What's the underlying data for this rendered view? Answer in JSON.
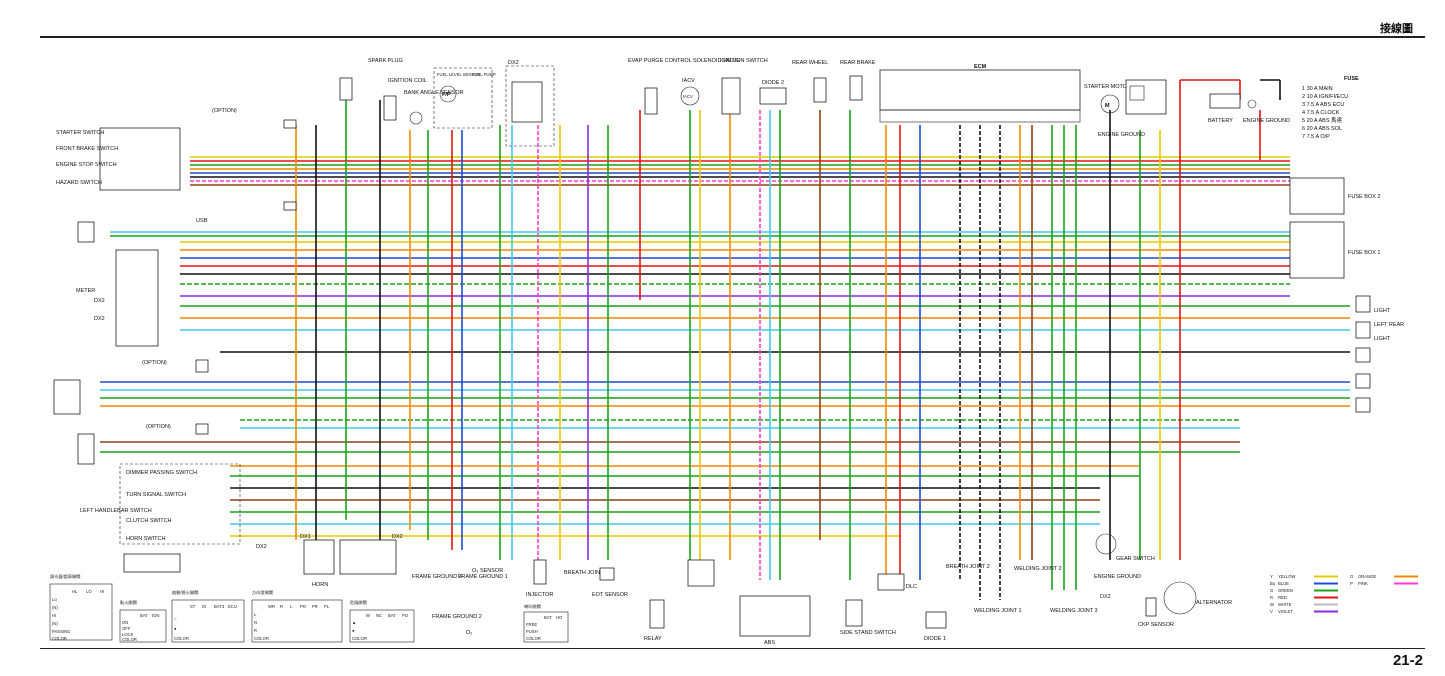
{
  "header": {
    "title": "接線圖",
    "page_number": "21-2"
  },
  "components": {
    "spark_plug": "SPARK PLUG",
    "ignition_coil": "IGNITION COIL",
    "bank_angle_sensor": "BANK ANGLE SENSOR",
    "fuel_level_sensor": "FUEL LEVEL SENSOR",
    "fuel_pump": "FUEL PUMP",
    "fp_symbol": "F/P",
    "evap_purge_valve": "EVAP PURGE CONTROL SOLENOID VALVE",
    "iacv": "IACV",
    "ignition_switch": "IGNITION SWITCH",
    "diode2": "DIODE 2",
    "rear_wheel_sensor": "REAR WHEEL",
    "rear_brake": "REAR BRAKE",
    "ecm": "ECM",
    "starter_motor": "STARTER MOTOR",
    "engine_ground": "ENGINE GROUND",
    "battery": "BATTERY",
    "engine_ground2": "ENGINE GROUND",
    "starter_switch": "STARTER SWITCH",
    "front_brake_switch": "FRONT BRAKE SWITCH",
    "engine_stop_switch": "ENGINE STOP SWITCH",
    "hazard_switch": "HAZARD SWITCH",
    "meter": "METER",
    "option1": "(OPTION)",
    "option2": "(OPTION)",
    "option3": "(OPTION)",
    "dx2_a": "DX2",
    "dx2_b": "DX2",
    "dx2_c": "DX2",
    "dx2_d": "DX2",
    "dx2_e": "DX2",
    "dimmer_switch": "DIMMER PASSING SWITCH",
    "turn_signal_switch": "TURN SIGNAL SWITCH",
    "clutch_switch": "CLUTCH SWITCH",
    "horn_switch": "HORN SWITCH",
    "left_handlebar_switch": "LEFT HANDLEBAR SWITCH",
    "horn": "HORN",
    "dx1": "DX1",
    "dx2_horn": "DX2",
    "frame_ground3": "FRAME GROUND 3",
    "frame_ground1": "FRAME GROUND 1",
    "frame_ground2": "FRAME GROUND 2",
    "o2_sensor": "O₂ SENSOR",
    "o2_label": "O₂",
    "injector": "INJECTOR",
    "breath_joint3": "BREATH JOINT 3",
    "eot_sensor": "EOT SENSOR",
    "relay": "RELAY",
    "abs": "ABS",
    "side_stand_switch": "SIDE STAND SWITCH",
    "dlc": "DLC",
    "diode1": "DIODE 1",
    "breath_joint2": "BREATH JOINT 2",
    "welding_joint1": "WELDING JOINT 1",
    "welding_joint2": "WELDING JOINT 2",
    "welding_joint3": "WELDING JOINT 3",
    "engine_ground3": "ENGINE GROUND",
    "gear_switch": "GEAR SWITCH",
    "ckp_sensor": "CKP SENSOR",
    "alternator": "ALTERNATOR",
    "fuse_box1": "FUSE BOX 1",
    "fuse_box2": "FUSE BOX 2",
    "left_rear": "LEFT REAR",
    "light1": "LIGHT",
    "light2": "LIGHT",
    "usb": "USB",
    "m_symbol": "M",
    "iacv_symbol": "IACV"
  },
  "fuse_table": {
    "title": "FUSE",
    "rows": [
      "1   30 A   MAIN",
      "2   10 A   IGN/FI/ECU",
      "3   7.5 A  ABS ECU",
      "4   7.5 A  CLOCK",
      "5   20 A ABS 馬達",
      "6   20 A  ABS SOL",
      "7   7.5 A  O/P"
    ]
  },
  "wire_legend": {
    "rows": [
      {
        "code": "Y",
        "name": "YELLOW",
        "color": "#e8c800"
      },
      {
        "code": "Bu",
        "name": "BLUE",
        "color": "#1e4bd2"
      },
      {
        "code": "G",
        "name": "GREEN",
        "color": "#1aa31a"
      },
      {
        "code": "R",
        "name": "RED",
        "color": "#e01414"
      },
      {
        "code": "W",
        "name": "WHITE",
        "color": "#bbbbbb"
      },
      {
        "code": "V",
        "name": "VIOLET",
        "color": "#8a2be2"
      },
      {
        "code": "O",
        "name": "ORANGE",
        "color": "#f08a00"
      },
      {
        "code": "P",
        "name": "PINK",
        "color": "#ff3cc8"
      }
    ]
  },
  "switch_tables": [
    {
      "title": "調光器/超車開關",
      "cols": [
        "",
        "HL",
        "LO",
        "HI"
      ],
      "rows": [
        "Lo",
        "(N)",
        "Hi",
        "(N)",
        "PASSING",
        "COLOR"
      ]
    },
    {
      "title": "點火開關",
      "cols": [
        "",
        "BAT",
        "IGN"
      ],
      "rows": [
        "ON",
        "OFF",
        "LOCK",
        "COLOR"
      ]
    },
    {
      "title": "啟動/熄火開關",
      "cols": [
        "",
        "ST",
        "IG",
        "BAT3",
        "ECU"
      ],
      "rows": [
        "○",
        "●",
        "COLOR"
      ]
    },
    {
      "title": "方向燈開關",
      "cols": [
        "",
        "WR",
        "R",
        "L",
        "PO",
        "PR",
        "PL"
      ],
      "rows": [
        "L",
        "N",
        "R",
        "COLOR"
      ]
    },
    {
      "title": "危險開關",
      "cols": [
        "",
        "W",
        "NC",
        "BAT",
        "PO"
      ],
      "rows": [
        "▲",
        "●",
        "COLOR"
      ]
    },
    {
      "title": "喇叭開關",
      "cols": [
        "",
        "BAT",
        "HO"
      ],
      "rows": [
        "FREE",
        "PUSH",
        "COLOR"
      ]
    }
  ]
}
